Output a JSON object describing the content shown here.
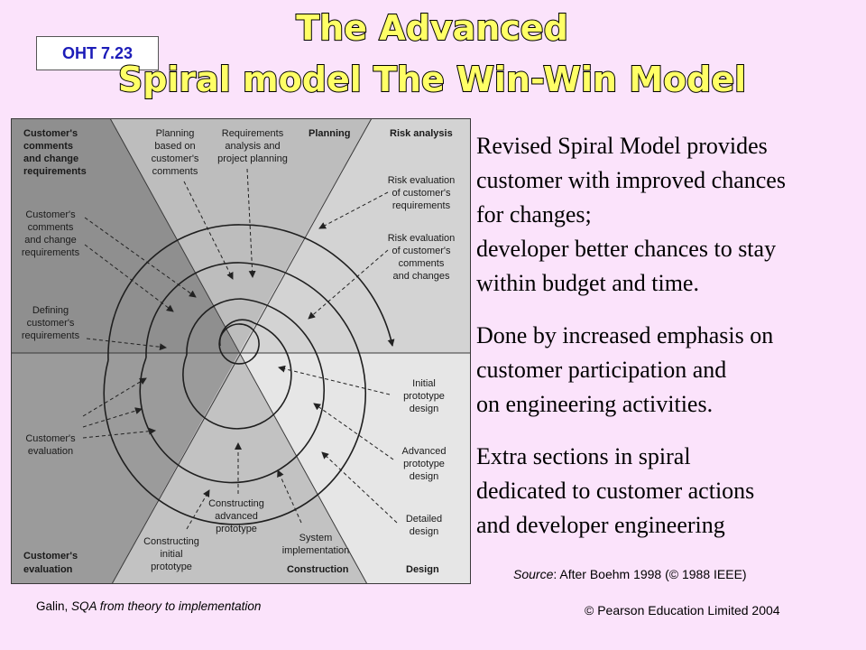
{
  "slide_label": "OHT 7.23",
  "title": {
    "line1": "The Advanced",
    "line2": "Spiral model The Win-Win Model"
  },
  "colors": {
    "background": "#fbe3fb",
    "title_fill": "#ffff66",
    "title_outline": "#000000",
    "label_text": "#1c1cb8"
  },
  "diagram": {
    "corners": {
      "top_left": [
        "Customer's",
        "comments",
        "and change",
        "requirements"
      ],
      "top_planning": "Planning",
      "top_risk": "Risk analysis",
      "bottom_left": [
        "Customer's",
        "evaluation"
      ],
      "bottom_construction": "Construction",
      "bottom_design": "Design"
    },
    "labels": {
      "planning_comments": [
        "Planning",
        "based on",
        "customer's",
        "comments"
      ],
      "requirements_analysis": [
        "Requirements",
        "analysis and",
        "project planning"
      ],
      "risk_eval_requirements": [
        "Risk evaluation",
        "of customer's",
        "requirements"
      ],
      "risk_eval_comments": [
        "Risk evaluation",
        "of customer's",
        "comments",
        "and changes"
      ],
      "customer_comments": [
        "Customer's",
        "comments",
        "and change",
        "requirements"
      ],
      "defining_requirements": [
        "Defining",
        "customer's",
        "requirements"
      ],
      "customer_evaluation": [
        "Customer's",
        "evaluation"
      ],
      "initial_prototype_design": [
        "Initial",
        "prototype",
        "design"
      ],
      "advanced_prototype_design": [
        "Advanced",
        "prototype",
        "design"
      ],
      "detailed_design": [
        "Detailed",
        "design"
      ],
      "constructing_advanced": [
        "Constructing",
        "advanced",
        "prototype"
      ],
      "system_implementation": [
        "System",
        "implementation"
      ],
      "constructing_initial": [
        "Constructing",
        "initial",
        "prototype"
      ]
    }
  },
  "body": {
    "paragraphs": [
      [
        "Revised Spiral Model provides",
        " customer with improved chances",
        " for changes;",
        "developer better chances to stay",
        "  within budget and time."
      ],
      [
        "Done by increased emphasis on",
        " customer participation and",
        " on engineering activities."
      ],
      [
        "Extra sections in spiral",
        "  dedicated to customer actions",
        "  and developer engineering"
      ]
    ]
  },
  "source": {
    "label": "Source",
    "text": ": After Boehm 1998 (© 1988 IEEE)"
  },
  "footer": {
    "author": "Galin, ",
    "book": "SQA from theory to implementation",
    "copyright": "© Pearson Education Limited 2004"
  }
}
